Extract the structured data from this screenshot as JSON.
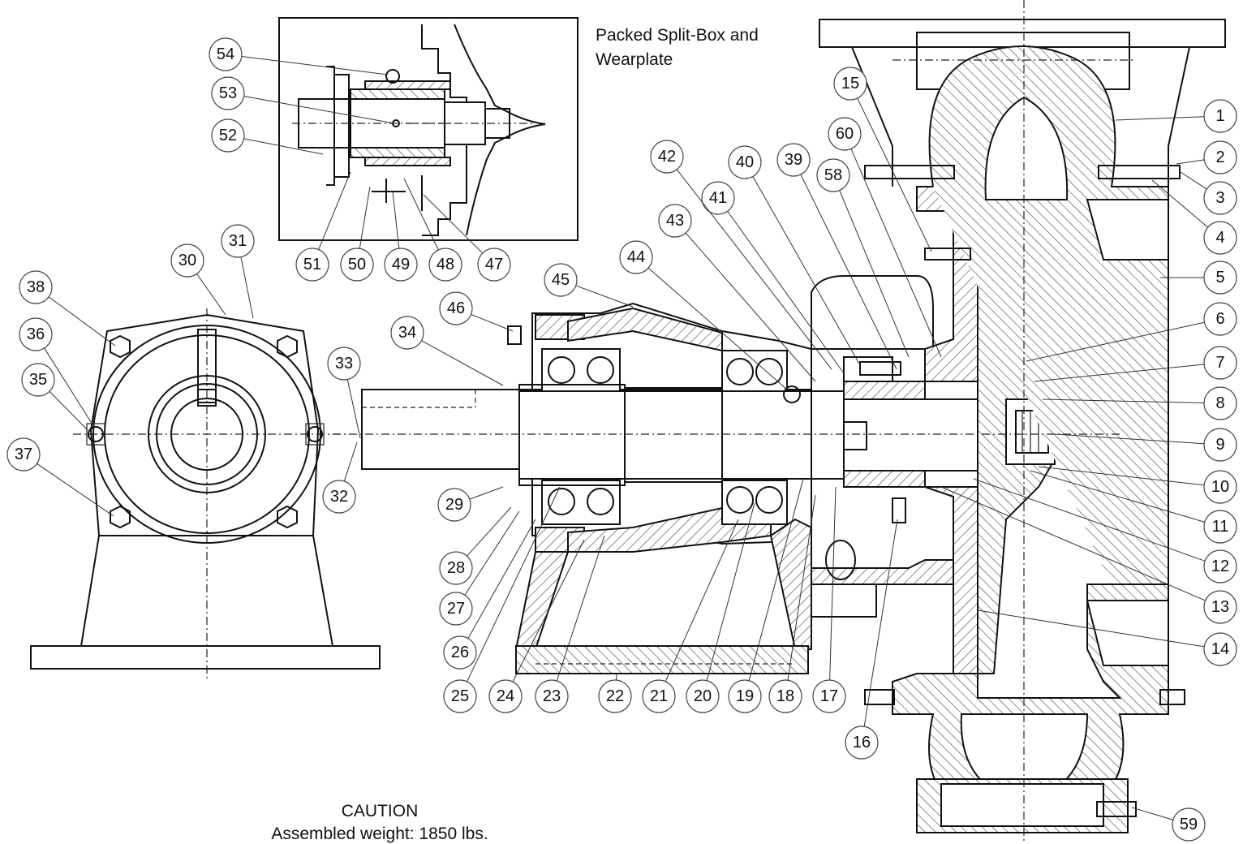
{
  "inset": {
    "title_line1": "Packed Split-Box and",
    "title_line2": "Wearplate"
  },
  "caution": {
    "title": "CAUTION",
    "text": "Assembled weight: 1850 lbs."
  },
  "callouts": [
    "1",
    "2",
    "3",
    "4",
    "5",
    "6",
    "7",
    "8",
    "9",
    "10",
    "11",
    "12",
    "13",
    "14",
    "15",
    "16",
    "17",
    "18",
    "19",
    "20",
    "21",
    "22",
    "23",
    "24",
    "25",
    "26",
    "27",
    "28",
    "29",
    "30",
    "31",
    "32",
    "33",
    "34",
    "35",
    "36",
    "37",
    "38",
    "39",
    "40",
    "41",
    "42",
    "43",
    "44",
    "45",
    "46",
    "47",
    "48",
    "49",
    "50",
    "51",
    "52",
    "53",
    "54",
    "58",
    "59",
    "60"
  ]
}
